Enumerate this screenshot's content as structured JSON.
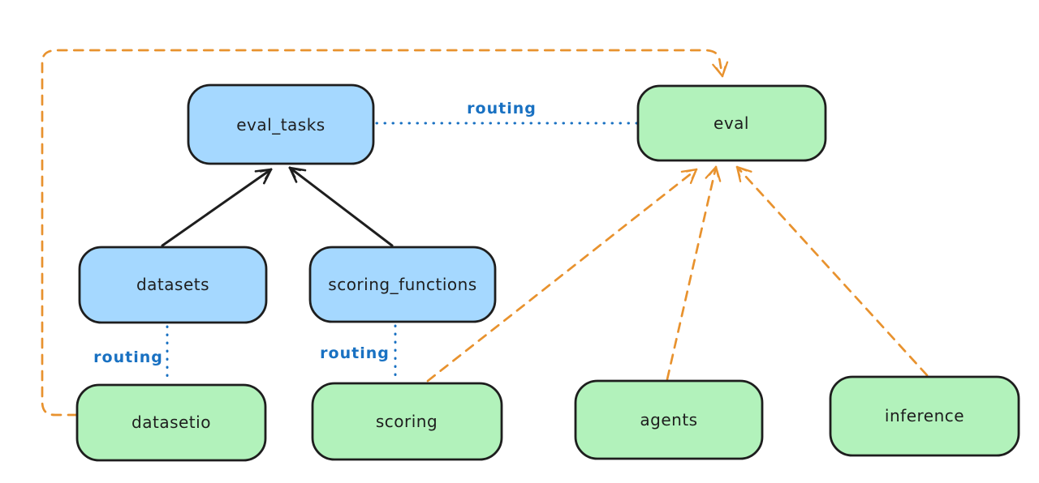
{
  "diagram": {
    "background": "#ffffff",
    "colors": {
      "node_stroke": "#1e1e1e",
      "blue_node_fill": "#a5d8ff",
      "green_node_fill": "#b2f2bb",
      "routing_color": "#1971c2",
      "orange_arrow_color": "#e8922e",
      "black_arrow_color": "#1e1e1e"
    },
    "nodes": {
      "eval_tasks": {
        "label": "eval_tasks",
        "fill": "blue"
      },
      "eval": {
        "label": "eval",
        "fill": "green"
      },
      "datasets": {
        "label": "datasets",
        "fill": "blue"
      },
      "scoring_functions": {
        "label": "scoring_functions",
        "fill": "blue"
      },
      "datasetio": {
        "label": "datasetio",
        "fill": "green"
      },
      "scoring": {
        "label": "scoring",
        "fill": "green"
      },
      "agents": {
        "label": "agents",
        "fill": "green"
      },
      "inference": {
        "label": "inference",
        "fill": "green"
      }
    },
    "edge_labels": {
      "eval_tasks_to_eval": {
        "label": "routing"
      },
      "datasets_to_datasetio": {
        "label": "routing"
      },
      "scoring_functions_to_scoring": {
        "label": "routing"
      }
    },
    "edges": [
      {
        "from": "datasets",
        "to": "eval_tasks",
        "style": "solid-black-arrow"
      },
      {
        "from": "scoring_functions",
        "to": "eval_tasks",
        "style": "solid-black-arrow"
      },
      {
        "from": "eval_tasks",
        "to": "eval",
        "style": "dotted-blue",
        "label": "routing"
      },
      {
        "from": "datasets",
        "to": "datasetio",
        "style": "dotted-blue",
        "label": "routing"
      },
      {
        "from": "scoring_functions",
        "to": "scoring",
        "style": "dotted-blue",
        "label": "routing"
      },
      {
        "from": "datasetio",
        "to": "eval",
        "style": "dashed-orange-arrow"
      },
      {
        "from": "scoring",
        "to": "eval",
        "style": "dashed-orange-arrow"
      },
      {
        "from": "agents",
        "to": "eval",
        "style": "dashed-orange-arrow"
      },
      {
        "from": "inference",
        "to": "eval",
        "style": "dashed-orange-arrow"
      }
    ]
  }
}
